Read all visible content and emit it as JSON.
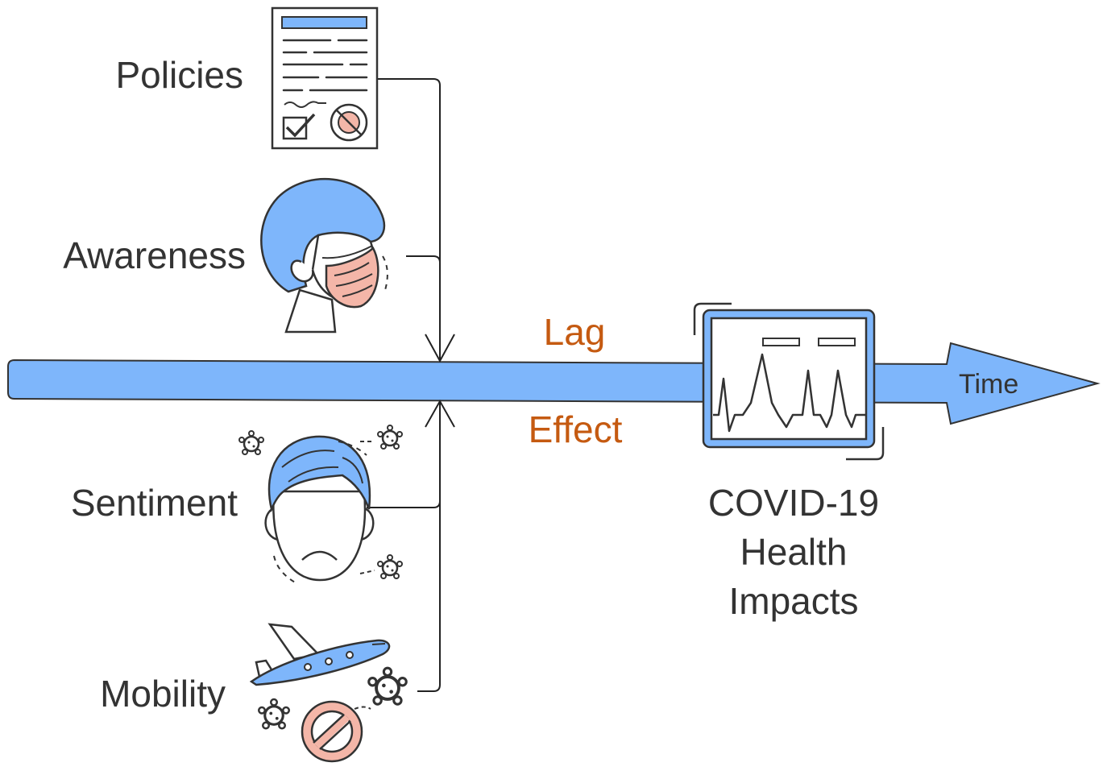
{
  "factors": {
    "policies": "Policies",
    "awareness": "Awareness",
    "sentiment": "Sentiment",
    "mobility": "Mobility"
  },
  "timeline": {
    "axis_label": "Time",
    "lag_label": "Lag",
    "effect_label": "Effect"
  },
  "outcome": {
    "line1": "COVID-19",
    "line2": "Health",
    "line3": "Impacts"
  },
  "colors": {
    "primary_blue": "#7eb6fb",
    "outline": "#333333",
    "accent_orange": "#c55a11",
    "mask_pink": "#f4b6a8",
    "no_sign_pink": "#f4b6a8"
  },
  "icons": [
    "policy-document-icon",
    "masked-person-icon",
    "sad-person-icon",
    "airplane-no-travel-icon",
    "health-monitor-icon"
  ]
}
